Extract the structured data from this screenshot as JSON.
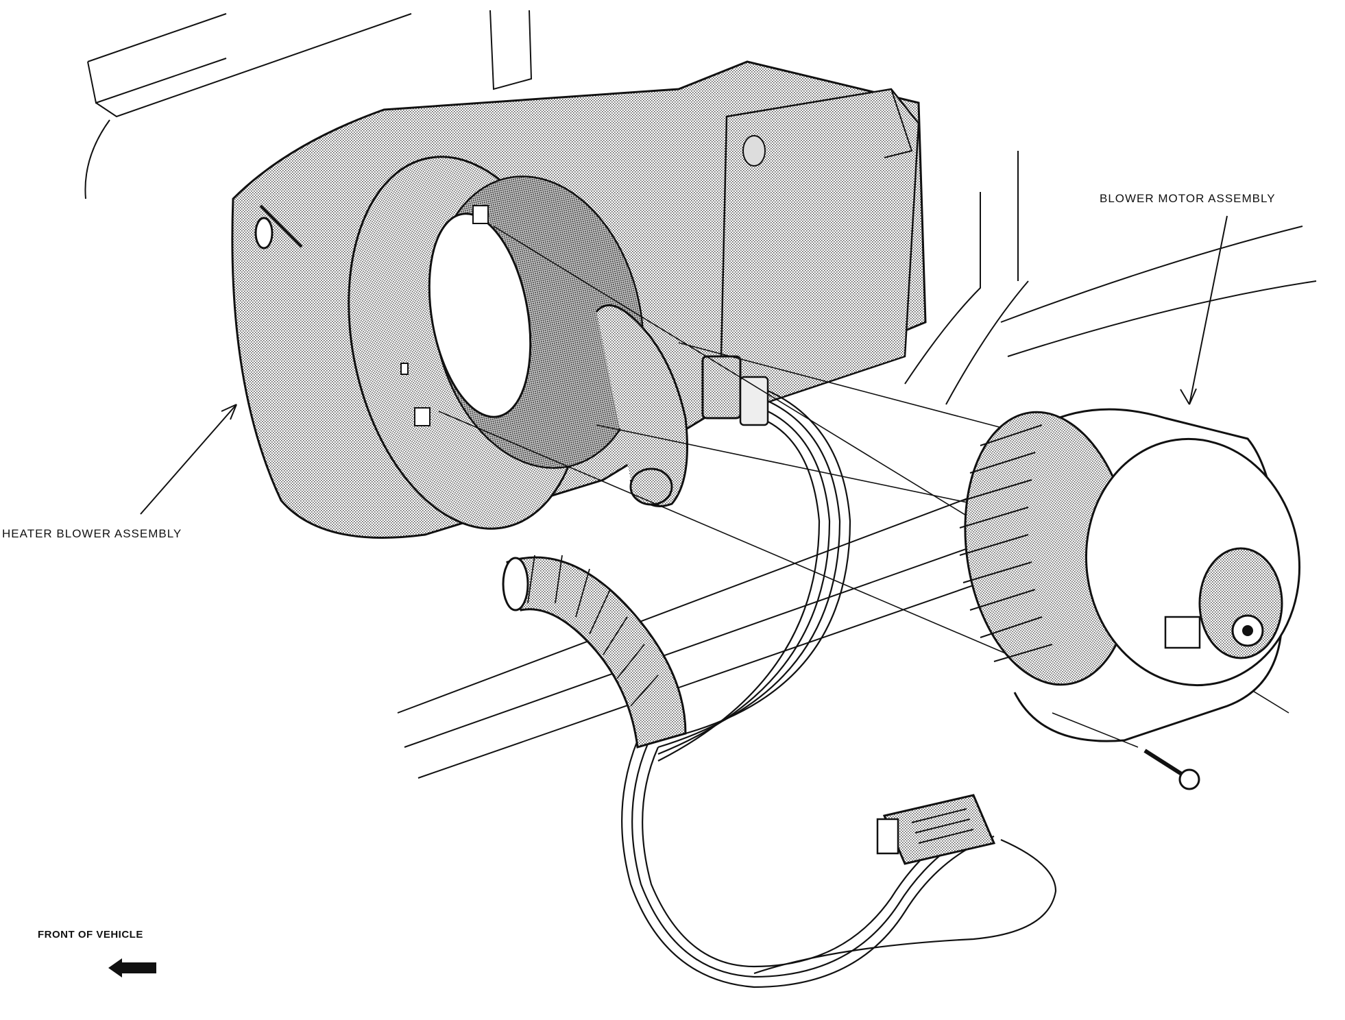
{
  "diagram": {
    "labels": {
      "blower_motor_assembly": "BLOWER MOTOR ASSEMBLY",
      "heater_blower_assembly": "HEATER BLOWER ASSEMBLY",
      "front_of_vehicle": "FRONT OF VEHICLE"
    },
    "icons": {
      "front_arrow": "arrow-left-icon"
    },
    "colors": {
      "ink": "#111111",
      "shade": "#b9b9b9",
      "paper": "#ffffff"
    }
  }
}
